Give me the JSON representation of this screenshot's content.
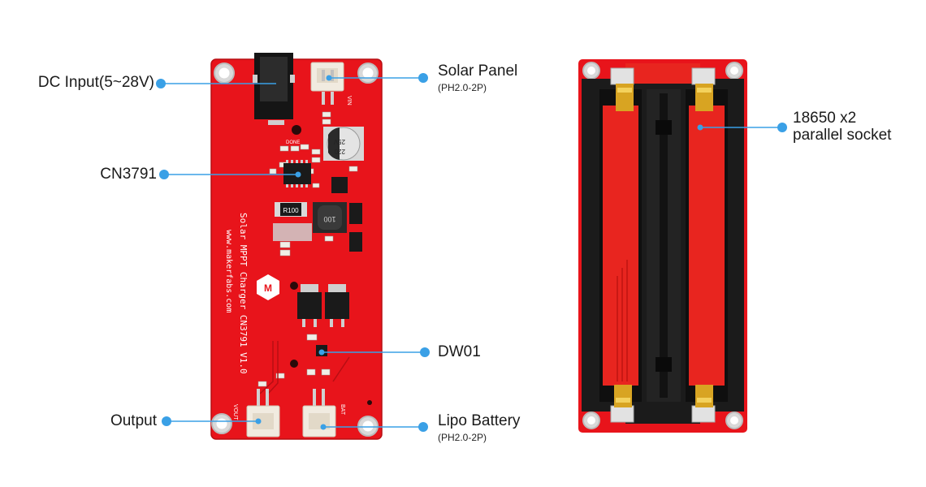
{
  "labels": {
    "dc_input": "DC Input(5~28V)",
    "cn3791": "CN3791",
    "output": "Output",
    "solar_panel": "Solar Panel",
    "solar_panel_sub": "(PH2.0-2P)",
    "dw01": "DW01",
    "lipo_battery": "Lipo Battery",
    "lipo_battery_sub": "(PH2.0-2P)",
    "socket_line1": "18650 x2",
    "socket_line2": "parallel socket"
  },
  "board_text": {
    "title": "Solar MPPT Charger CN3791 V1.0",
    "website": "www.makerfabs.com",
    "cap_value": "220",
    "cap_voltage": "25V",
    "resistor": "R100",
    "inductor": "100",
    "vout": "VOUT",
    "bat": "BAT",
    "vin": "VIN",
    "done": "DONE"
  },
  "colors": {
    "pcb": "#e8141b",
    "callout": "#3aa0e6",
    "holder_black": "#1b1b1b",
    "battery_red": "#e8251f"
  }
}
